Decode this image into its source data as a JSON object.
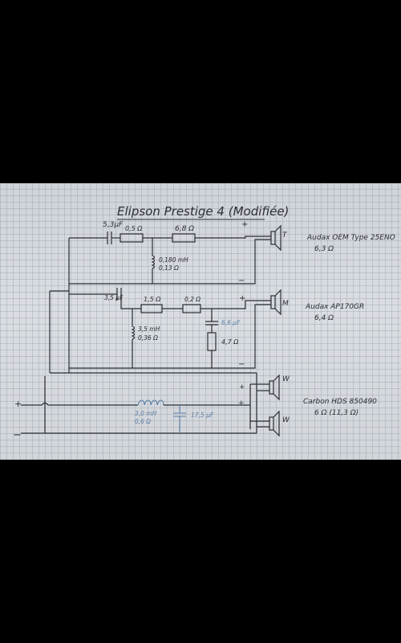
{
  "diagram": {
    "title": "Elipson Prestige 4 (Modifiée)",
    "drivers": [
      {
        "id": "tweeter",
        "symbol": "T",
        "name": "Audax OEM Type 25ENO",
        "impedance": "6,3 Ω"
      },
      {
        "id": "mid",
        "symbol": "M",
        "name": "Audax AP170GR",
        "impedance": "6,4 Ω"
      },
      {
        "id": "woofer",
        "symbol": "W",
        "symbol2": "W",
        "name": "Carbon HDS 850490",
        "impedance": "6 Ω (11,3 Ω)"
      }
    ],
    "components": {
      "c_tweeter": "5,3µF",
      "r_tweeter_1": "0,5 Ω",
      "r_tweeter_2": "6,8 Ω",
      "l_tweeter_1": "0,180 mH",
      "l_tweeter_2": "0,13 Ω",
      "c_mid": "3,5 µF",
      "r_mid_1": "1,5 Ω",
      "r_mid_2": "0,2 Ω",
      "c_mid_shunt": "6,6 µF",
      "r_mid_shunt": "4,7 Ω",
      "l_mid_1": "3,5 mH",
      "l_mid_2": "0,36 Ω",
      "l_woofer_1": "3,0 mH",
      "l_woofer_2": "0,6 Ω",
      "c_woofer": "17,5 µF"
    },
    "terminals": {
      "plus": "+",
      "minus": "−"
    },
    "polarity": {
      "plus": "+",
      "minus": "−"
    }
  }
}
